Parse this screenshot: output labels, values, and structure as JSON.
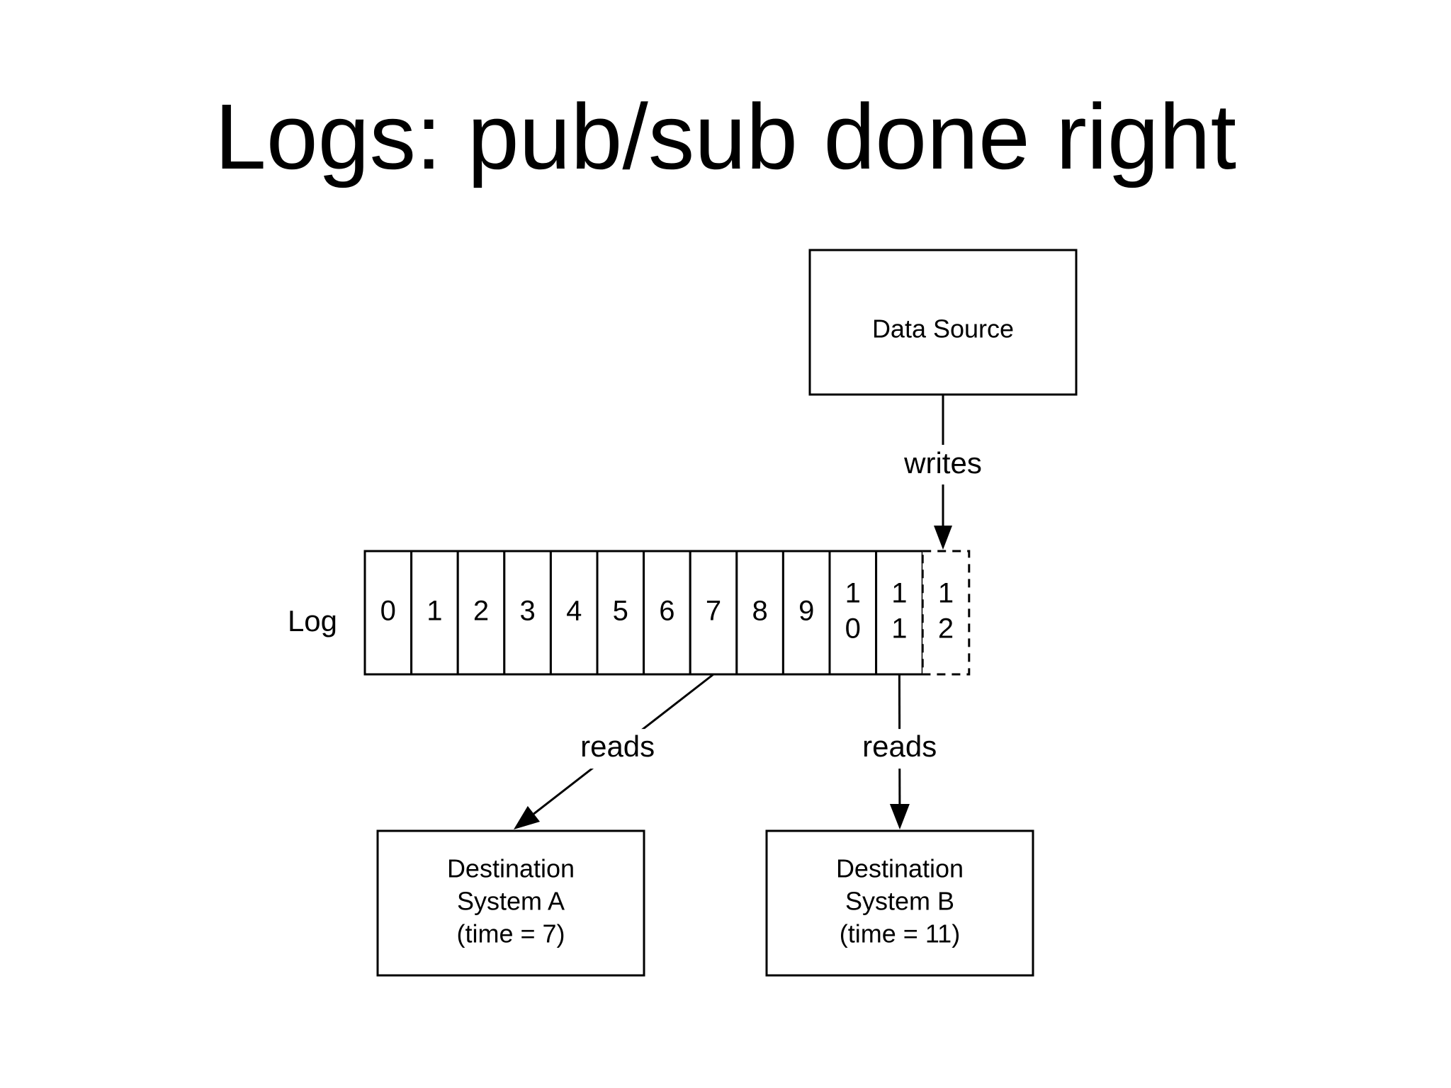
{
  "slide": {
    "title": "Logs: pub/sub done right"
  },
  "diagram": {
    "log_label": "Log",
    "cells": [
      {
        "lines": [
          "0"
        ],
        "state": "committed"
      },
      {
        "lines": [
          "1"
        ],
        "state": "committed"
      },
      {
        "lines": [
          "2"
        ],
        "state": "committed"
      },
      {
        "lines": [
          "3"
        ],
        "state": "committed"
      },
      {
        "lines": [
          "4"
        ],
        "state": "committed"
      },
      {
        "lines": [
          "5"
        ],
        "state": "committed"
      },
      {
        "lines": [
          "6"
        ],
        "state": "committed"
      },
      {
        "lines": [
          "7"
        ],
        "state": "committed"
      },
      {
        "lines": [
          "8"
        ],
        "state": "committed"
      },
      {
        "lines": [
          "9"
        ],
        "state": "committed"
      },
      {
        "lines": [
          "1",
          "0"
        ],
        "state": "committed"
      },
      {
        "lines": [
          "1",
          "1"
        ],
        "state": "committed"
      },
      {
        "lines": [
          "1",
          "2"
        ],
        "state": "pending"
      }
    ],
    "source": {
      "lines": [
        "Data Source"
      ]
    },
    "write_edge": {
      "label": "writes",
      "target_cell": 12
    },
    "destinations": [
      {
        "id": "a",
        "lines": [
          "Destination",
          "System A",
          "(time = 7)"
        ],
        "reads_label": "reads",
        "from_cell": 7
      },
      {
        "id": "b",
        "lines": [
          "Destination",
          "System B",
          "(time = 11)"
        ],
        "reads_label": "reads",
        "from_cell": 11
      }
    ]
  }
}
